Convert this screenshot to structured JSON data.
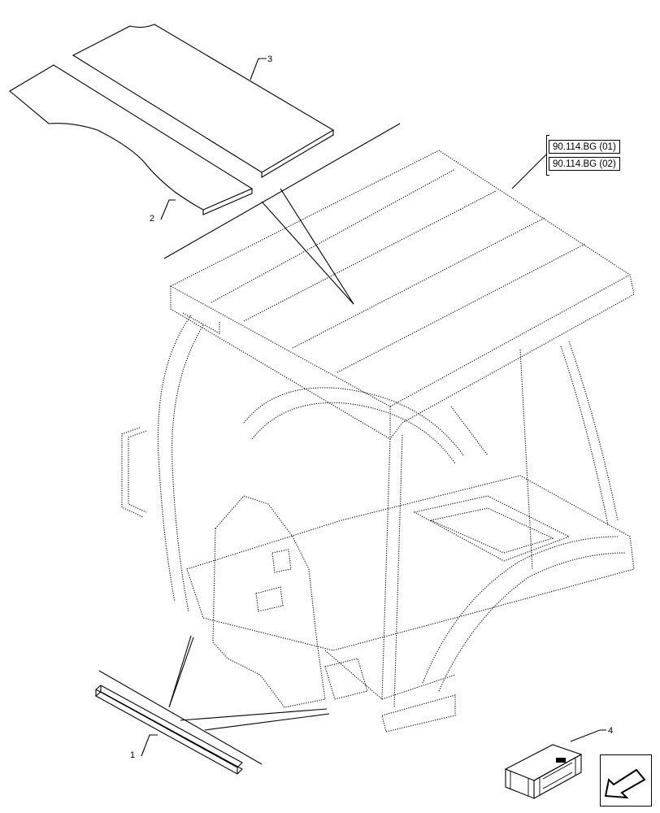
{
  "parts": {
    "item_1": "1",
    "item_2": "2",
    "item_3": "3",
    "item_4": "4"
  },
  "references": {
    "ref_1": "90.114.BG (01)",
    "ref_2": "90.114.BG (02)"
  },
  "icons": {
    "navigation": "arrow-left-icon",
    "kit_box": "kit-box-icon"
  }
}
